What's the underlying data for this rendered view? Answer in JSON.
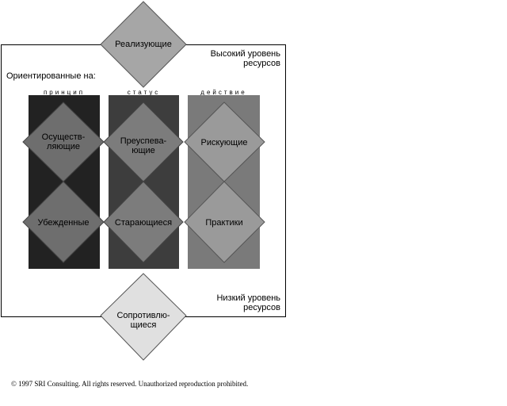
{
  "oriented_label": "Ориентированные на:",
  "high_resources": [
    "Высокий уровень",
    "ресурсов"
  ],
  "low_resources": [
    "Низкий уровень",
    "ресурсов"
  ],
  "columns": {
    "principle": "принцип",
    "status": "статус",
    "action": "действие"
  },
  "types": {
    "actualizers": "Реализующие",
    "fulfilleds": [
      "Осуществ-",
      "ляющие"
    ],
    "achievers": [
      "Преуспева-",
      "ющие"
    ],
    "experiencers": "Рискующие",
    "believers": "Убежденные",
    "strivers": "Старающиеся",
    "makers": "Практики",
    "strugglers": [
      "Сопротивлю-",
      "щиеся"
    ]
  },
  "copyright": "© 1997 SRI Consulting. All rights reserved. Unauthorized reproduction prohibited.",
  "colors": {
    "col_principle": "#222222",
    "col_status": "#3d3d3d",
    "col_action": "#7a7a7a",
    "diamond_top": "#a6a6a6",
    "diamond_bottom": "#e0e0e0"
  }
}
